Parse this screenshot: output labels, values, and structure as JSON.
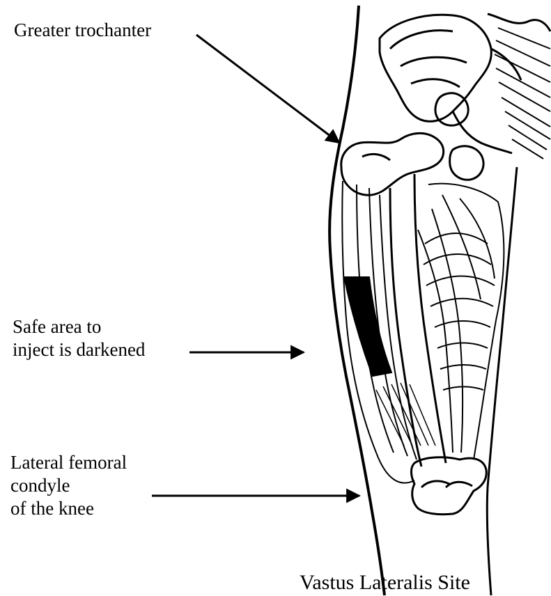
{
  "labels": {
    "greater_trochanter": "Greater trochanter",
    "safe_area_line1": "Safe area to",
    "safe_area_line2": "inject is darkened",
    "condyle_line1": "Lateral femoral",
    "condyle_line2": "condyle",
    "condyle_line3": "of the knee"
  },
  "caption": "Vastus Lateralis Site",
  "colors": {
    "ink": "#000000",
    "paper": "#ffffff",
    "safe_zone": "#000000"
  }
}
